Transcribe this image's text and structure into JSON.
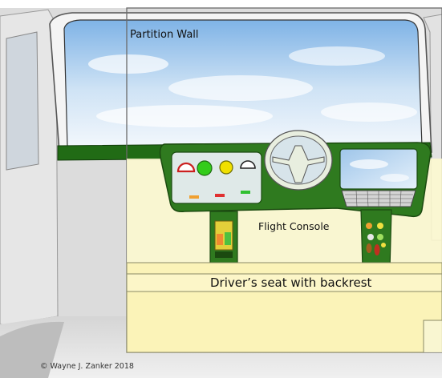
{
  "labels": {
    "partition_wall": "Partition Wall",
    "flight_console": "Flight Console",
    "drivers_seat": "Driver’s seat with backrest",
    "copyright": "© Wayne J. Zanker 2018"
  },
  "colors": {
    "cab_gray": "#d9d9d9",
    "cab_light": "#ececec",
    "console_green": "#2f7a1f",
    "dash_green": "#1f6a14",
    "cream": "#fdf9cf",
    "seat_yellow": "#fbf3b8",
    "sky": "#bcd9f2"
  }
}
